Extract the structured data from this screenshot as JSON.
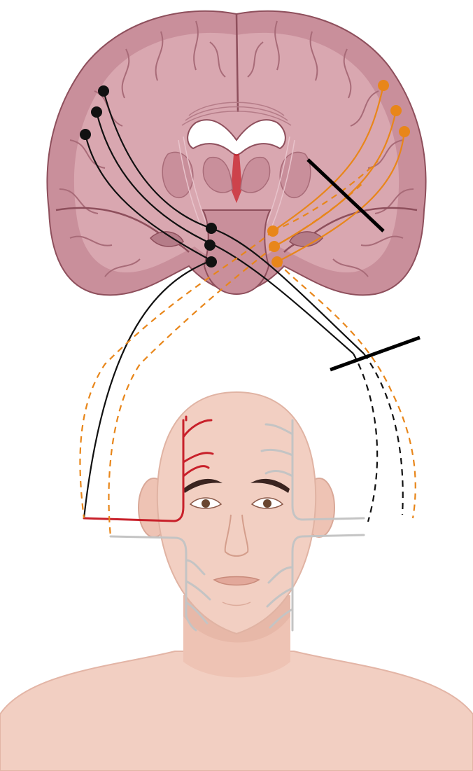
{
  "figure": {
    "labels": [],
    "colors": {
      "background": "#ffffff",
      "brain_tissue": "#c98f9b",
      "brain_cortex": "#d9a7b0",
      "brain_outline": "#8e4f5c",
      "ventricle": "#ffffff",
      "skin": "#f2cfc2",
      "skin_shadow": "#e3b5a6",
      "upper_motor_neuron_left": "#111111",
      "upper_motor_neuron_right": "#e8861a",
      "facial_nerve_active": "#c8202a",
      "facial_nerve_inactive": "#c4c4c4",
      "lesion_bar": "#000000",
      "eyebrow": "#3a2420",
      "iris": "#6a4630"
    },
    "icons": [
      "brain-coronal-section",
      "human-head-and-shoulders",
      "neuron-cell-body-dot",
      "lesion-bar"
    ]
  }
}
